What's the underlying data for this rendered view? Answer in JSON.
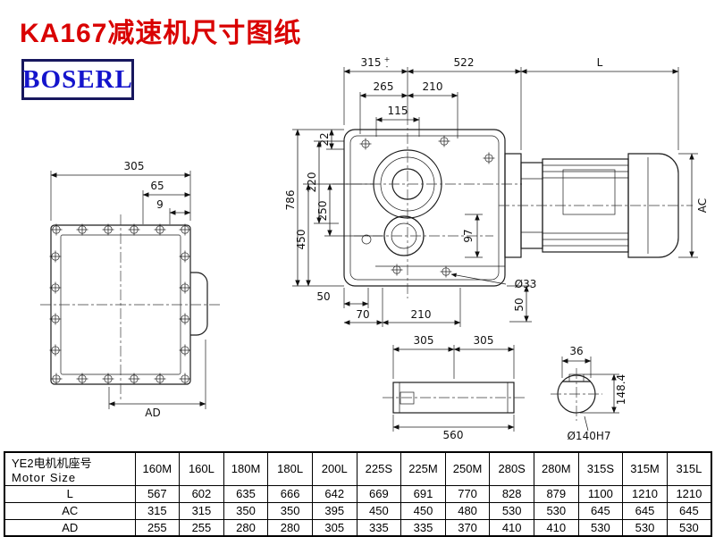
{
  "page": {
    "title": "KA167减速机尺寸图纸",
    "logo": "BOSERL"
  },
  "dims": {
    "front": {
      "width": "305",
      "d65": "65",
      "d9": "9",
      "ad": "AD"
    },
    "main": {
      "d315": "315",
      "tol_plus": "+",
      "tol_minus": "-",
      "d522": "522",
      "L": "L",
      "d265": "265",
      "d210": "210",
      "d115": "115",
      "d786": "786",
      "d22": "22",
      "d220": "220",
      "d250": "250",
      "d450": "450",
      "d97": "97",
      "ac": "AC",
      "d50_right": "50",
      "d50": "50",
      "d70": "70",
      "d210b": "210",
      "dia33": "Ø33"
    },
    "shaft": {
      "d305a": "305",
      "d305b": "305",
      "d560": "560"
    },
    "shaft_end": {
      "d36": "36",
      "d148": "148.4",
      "dia140": "Ø140H7"
    }
  },
  "table": {
    "header_line1": "YE2电机机座号",
    "header_line2": "Motor Size",
    "columns": [
      "160M",
      "160L",
      "180M",
      "180L",
      "200L",
      "225S",
      "225M",
      "250M",
      "280S",
      "280M",
      "315S",
      "315M",
      "315L"
    ],
    "rows": [
      {
        "label": "L",
        "values": [
          "567",
          "602",
          "635",
          "666",
          "642",
          "669",
          "691",
          "770",
          "828",
          "879",
          "1100",
          "1210",
          "1210"
        ]
      },
      {
        "label": "AC",
        "values": [
          "315",
          "315",
          "350",
          "350",
          "395",
          "450",
          "450",
          "480",
          "530",
          "530",
          "645",
          "645",
          "645"
        ]
      },
      {
        "label": "AD",
        "values": [
          "255",
          "255",
          "280",
          "280",
          "305",
          "335",
          "335",
          "370",
          "410",
          "410",
          "530",
          "530",
          "530"
        ]
      }
    ]
  }
}
